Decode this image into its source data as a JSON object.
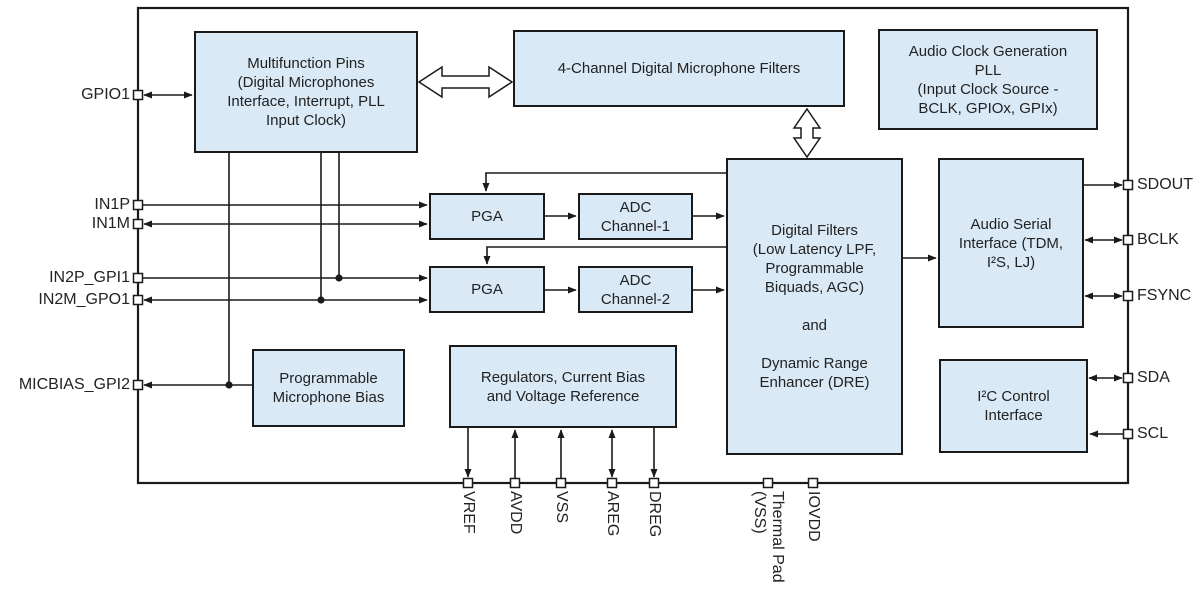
{
  "colors": {
    "block_fill": "#d9eaf6",
    "block_border": "#1a1a1a",
    "line": "#1a1a1a",
    "text": "#222222",
    "background": "#ffffff"
  },
  "blocks": {
    "multifunction_pins": {
      "label": "Multifunction Pins\n(Digital Microphones\nInterface, Interrupt, PLL\nInput Clock)"
    },
    "mic_filters": {
      "label": "4-Channel Digital Microphone Filters"
    },
    "clock_pll": {
      "label": "Audio Clock Generation\nPLL\n(Input Clock Source -\nBCLK, GPIOx, GPIx)"
    },
    "pga1": {
      "label": "PGA"
    },
    "pga2": {
      "label": "PGA"
    },
    "adc1": {
      "label": "ADC\nChannel-1"
    },
    "adc2": {
      "label": "ADC\nChannel-2"
    },
    "digital_filters": {
      "label": "Digital Filters\n(Low Latency LPF,\nProgrammable\nBiquads, AGC)\n\nand\n\nDynamic Range\nEnhancer (DRE)"
    },
    "audio_serial": {
      "label": "Audio Serial\nInterface (TDM,\nI²S, LJ)"
    },
    "i2c": {
      "label": "I²C Control\nInterface"
    },
    "mic_bias": {
      "label": "Programmable\nMicrophone Bias"
    },
    "regulators": {
      "label": "Regulators, Current Bias\nand Voltage Reference"
    }
  },
  "pins": {
    "left": [
      {
        "label": "GPIO1"
      },
      {
        "label": "IN1P"
      },
      {
        "label": "IN1M"
      },
      {
        "label": "IN2P_GPI1"
      },
      {
        "label": "IN2M_GPO1"
      },
      {
        "label": "MICBIAS_GPI2"
      }
    ],
    "right": [
      {
        "label": "SDOUT"
      },
      {
        "label": "BCLK"
      },
      {
        "label": "FSYNC"
      },
      {
        "label": "SDA"
      },
      {
        "label": "SCL"
      }
    ],
    "bottom": [
      {
        "label": "VREF"
      },
      {
        "label": "AVDD"
      },
      {
        "label": "VSS"
      },
      {
        "label": "AREG"
      },
      {
        "label": "DREG"
      },
      {
        "label": "Thermal Pad\n(VSS)"
      },
      {
        "label": "IOVDD"
      }
    ]
  }
}
